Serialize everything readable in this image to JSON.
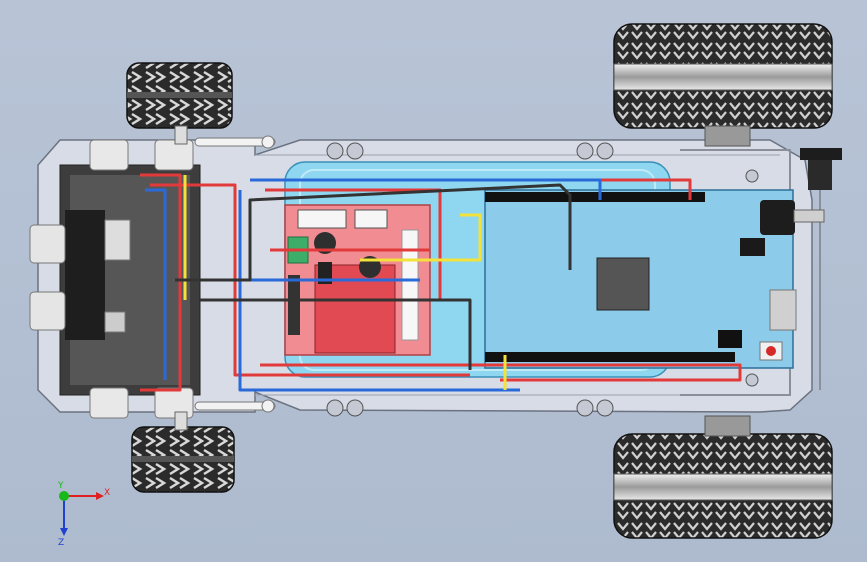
{
  "viewport": {
    "background": "#b2bfd3"
  },
  "triad": {
    "x_label": "X",
    "y_label": "Y",
    "z_label": "Z",
    "x_color": "#e02020",
    "y_color": "#18b818",
    "z_color": "#2040d0"
  },
  "model": {
    "icons": [
      "caster-wheel-icon",
      "drive-wheel-icon",
      "motor-driver-board-icon",
      "microcontroller-board-icon",
      "battery-pack-icon",
      "ultrasonic-sensor-icon",
      "power-switch-icon"
    ],
    "colors": {
      "chassis": "#d7dce6",
      "battery": "#8fd7f0",
      "driver_board": "#f08c92",
      "controller_board": "#8ccbe9",
      "wire_red": "#e23a3a",
      "wire_blue": "#2a6ad8",
      "wire_yellow": "#f2e23a",
      "wire_black": "#333333",
      "tire": "#2a2a2a"
    }
  }
}
